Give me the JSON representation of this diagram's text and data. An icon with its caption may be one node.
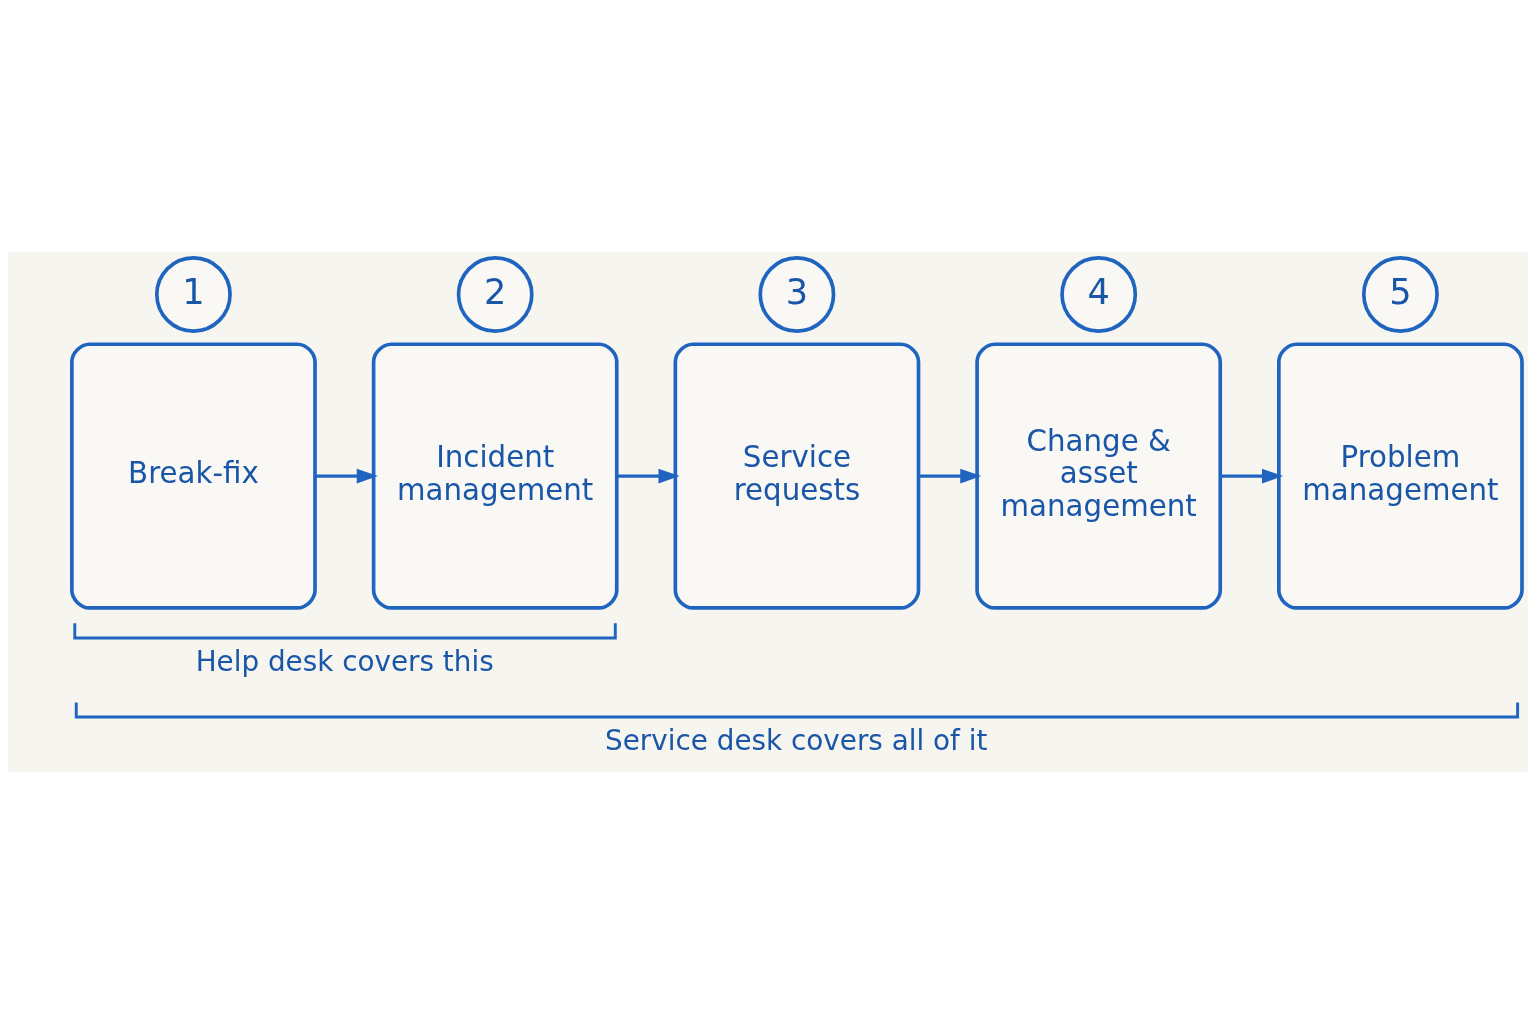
{
  "diagram": {
    "nodes": [
      {
        "text": [
          "1"
        ]
      },
      {
        "text": [
          "Break-fix"
        ]
      },
      {
        "text": [
          "2"
        ]
      },
      {
        "text": [
          "Incident management"
        ]
      },
      {
        "text": [
          "3"
        ]
      },
      {
        "text": [
          "Service requests"
        ]
      },
      {
        "text": [
          "4"
        ]
      },
      {
        "text": [
          "Change & asset management"
        ]
      },
      {
        "text": [
          "5"
        ]
      },
      {
        "text": [
          "Problem management"
        ]
      }
    ],
    "edges": [
      {
        "from": 1,
        "to": 3,
        "arrow": "to"
      },
      {
        "from": 3,
        "to": 5,
        "arrow": "to"
      },
      {
        "from": 5,
        "to": 7,
        "arrow": "to"
      },
      {
        "from": 7,
        "to": 9,
        "arrow": "to"
      }
    ],
    "labels": [
      "Help desk covers this",
      "Service desk covers all of it"
    ]
  }
}
